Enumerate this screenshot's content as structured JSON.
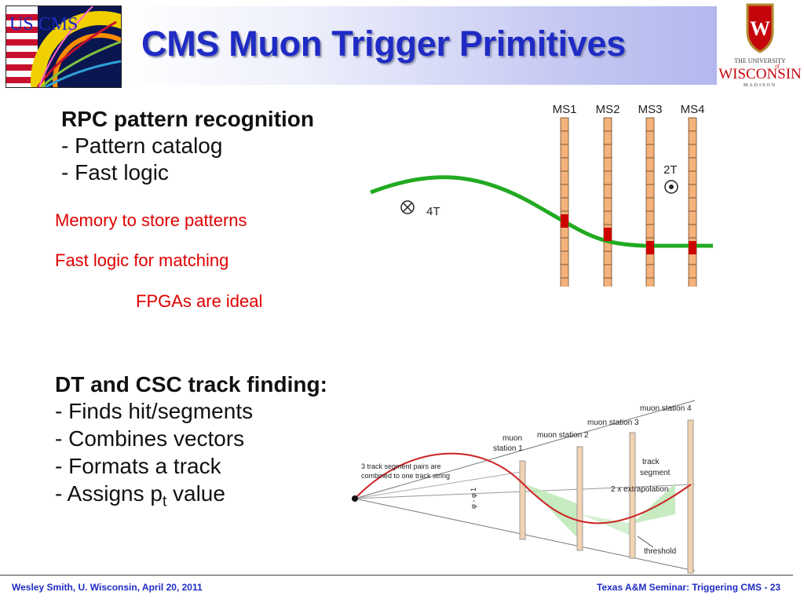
{
  "header": {
    "title": "CMS Muon Trigger Primitives",
    "logo_left_text": "US CMS",
    "logo_right_top": "THE UNIVERSITY",
    "logo_right_of": "of",
    "logo_right_main": "WISCONSIN",
    "logo_right_sub": "MADISON"
  },
  "rpc": {
    "heading": "RPC pattern recognition",
    "bullets": [
      "- Pattern catalog",
      "- Fast logic"
    ],
    "notes": [
      "Memory to store patterns",
      "Fast logic for matching",
      "FPGAs are ideal"
    ]
  },
  "rpc_diagram": {
    "stations": [
      "MS1",
      "MS2",
      "MS3",
      "MS4"
    ],
    "field_left": "4T",
    "field_right": "2T"
  },
  "dt": {
    "heading": "DT and CSC track finding:",
    "bullets": [
      "- Finds hit/segments",
      "- Combines vectors",
      "- Formats a track"
    ],
    "last_bullet_prefix": "- Assigns p",
    "last_bullet_sub": "t",
    "last_bullet_suffix": " value"
  },
  "dt_diagram": {
    "station_labels": [
      "muon station 1",
      "muon station 2",
      "muon station 3",
      "muon station 4"
    ],
    "label_muon": "muon",
    "label_station1": "station 1",
    "note_pairs_line1": "3 track segment pairs are",
    "note_pairs_line2": "combined to one track string",
    "angle_label": "φ - φ 1",
    "track_label_1": "track",
    "track_label_2": "segment",
    "extrapolation": "2 x extrapolation",
    "threshold": "threshold"
  },
  "footer": {
    "left": "Wesley Smith, U. Wisconsin, April 20, 2011",
    "right": "Texas A&M Seminar: Triggering CMS -  23"
  },
  "colors": {
    "title": "#1f2bc4",
    "notes_red": "#e00000",
    "track_green": "#22aa22",
    "chamber_orange": "#f4a460",
    "hit_red": "#cc0000"
  }
}
